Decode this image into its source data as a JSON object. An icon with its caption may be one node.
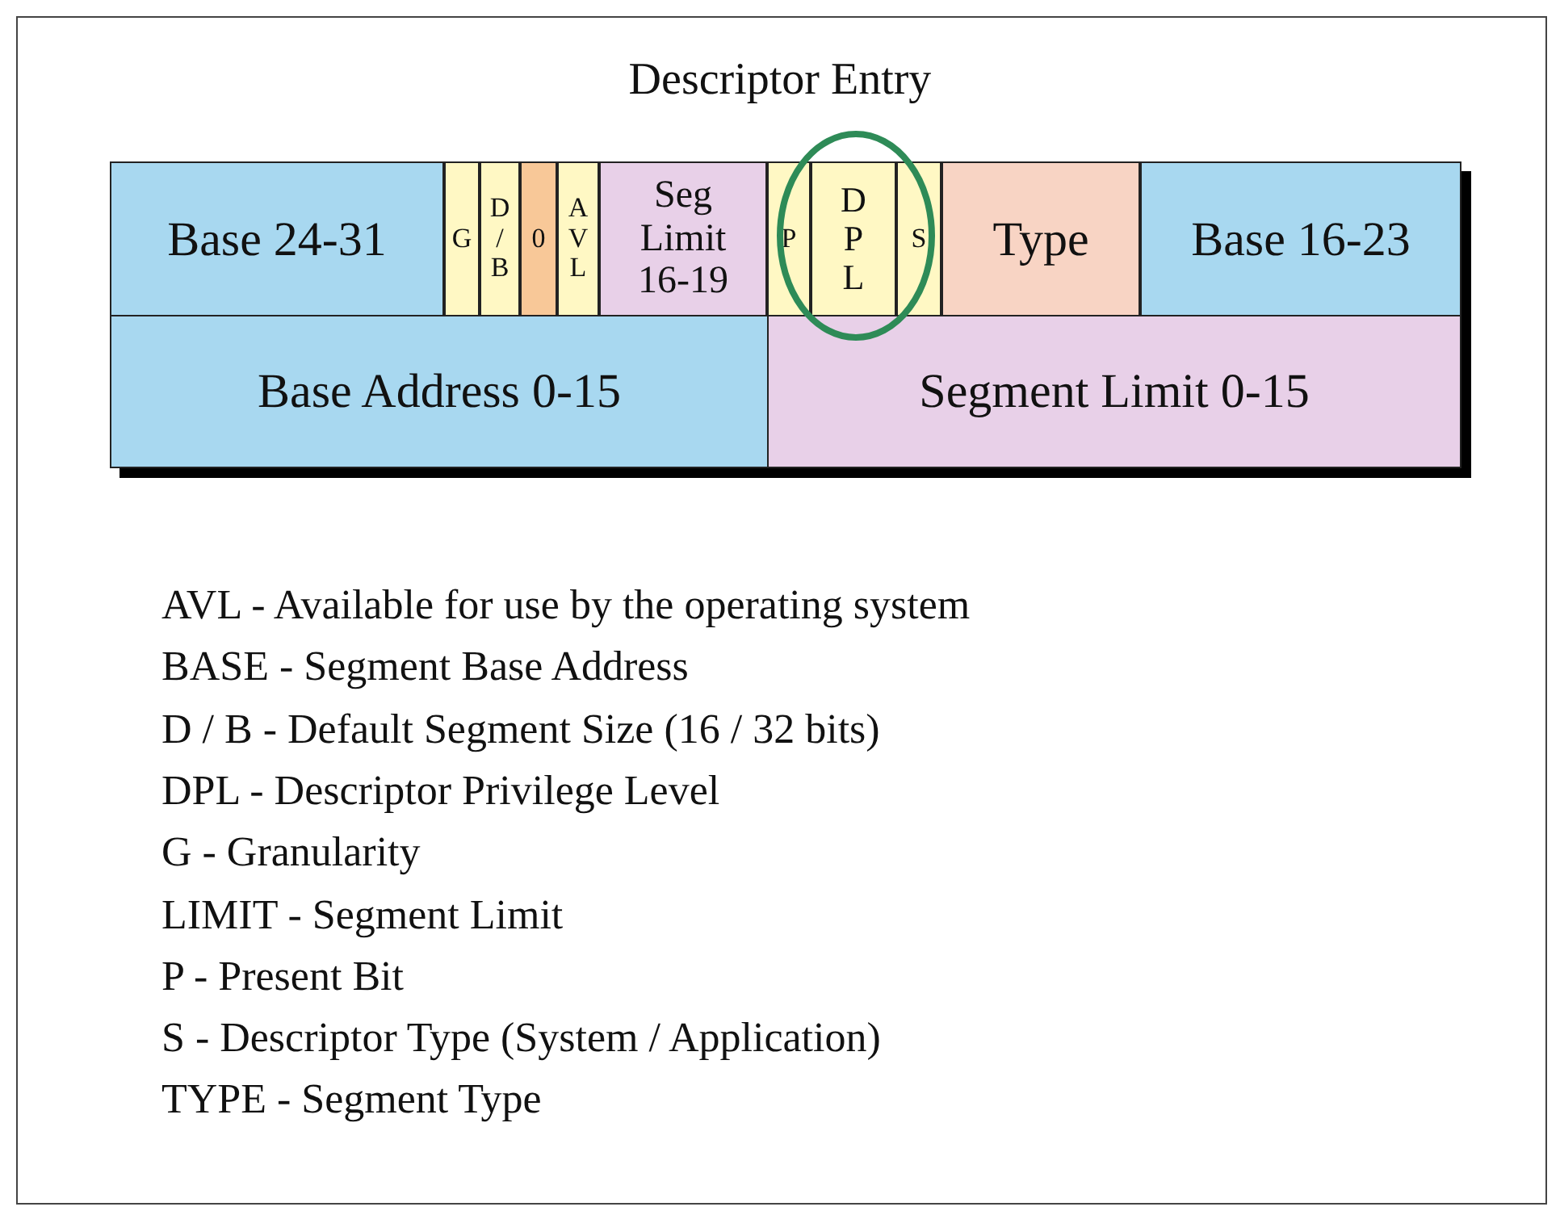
{
  "diagram": {
    "title": "Descriptor Entry",
    "nodes": [
      {
        "text": [
          "Base 24-31"
        ]
      },
      {
        "text": [
          "G"
        ]
      },
      {
        "text": [
          "D / B"
        ]
      },
      {
        "text": [
          "0"
        ]
      },
      {
        "text": [
          "A V L"
        ]
      },
      {
        "text": [
          "Seg Limit 16-19"
        ]
      },
      {
        "text": [
          "P"
        ]
      },
      {
        "text": [
          "D P L"
        ]
      },
      {
        "text": [
          "S"
        ]
      },
      {
        "text": [
          "Type"
        ]
      },
      {
        "text": [
          "Base 16-23"
        ]
      },
      {
        "text": [
          "Base Address 0-15"
        ]
      },
      {
        "text": [
          "Segment Limit 0-15"
        ]
      }
    ],
    "edges": [],
    "labels": [
      "AVL - Available for use by the operating system",
      "BASE - Segment Base Address",
      "D / B - Default Segment Size (16 / 32 bits)",
      "DPL - Descriptor Privilege Level",
      "G - Granularity",
      "LIMIT - Segment Limit",
      "P - Present Bit",
      "S - Descriptor Type  (System / Application)",
      "TYPE - Segment Type"
    ]
  }
}
